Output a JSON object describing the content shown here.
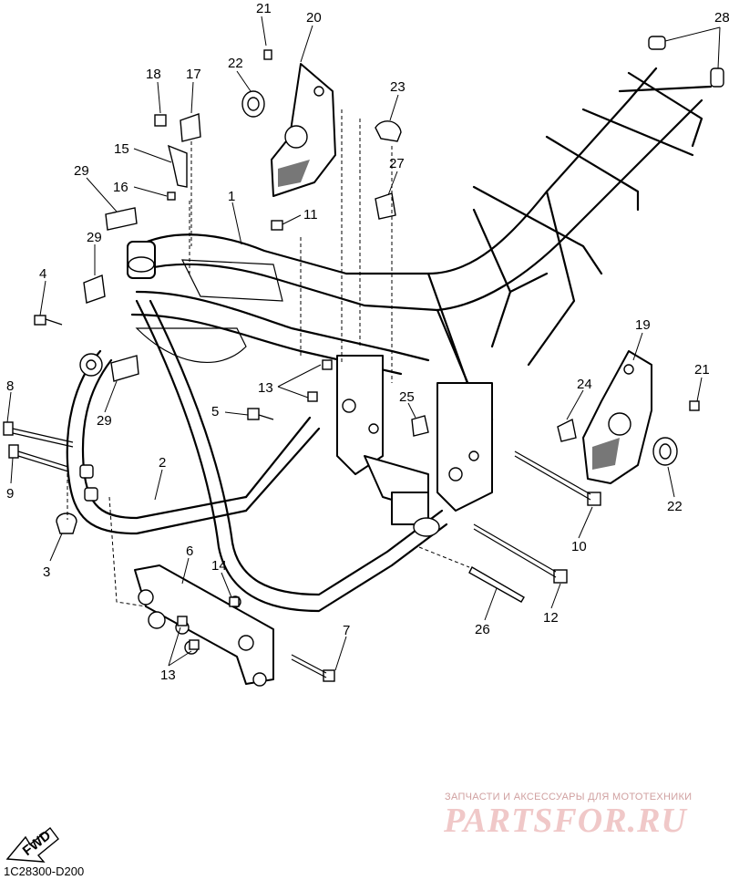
{
  "diagram": {
    "code": "1C28300-D200",
    "fwd_label": "FWD",
    "callouts": [
      {
        "id": "c1",
        "text": "1"
      },
      {
        "id": "c2",
        "text": "2"
      },
      {
        "id": "c3",
        "text": "3"
      },
      {
        "id": "c4",
        "text": "4"
      },
      {
        "id": "c5",
        "text": "5"
      },
      {
        "id": "c6",
        "text": "6"
      },
      {
        "id": "c7",
        "text": "7"
      },
      {
        "id": "c8",
        "text": "8"
      },
      {
        "id": "c9",
        "text": "9"
      },
      {
        "id": "c10",
        "text": "10"
      },
      {
        "id": "c11",
        "text": "11"
      },
      {
        "id": "c12",
        "text": "12"
      },
      {
        "id": "c13a",
        "text": "13"
      },
      {
        "id": "c13b",
        "text": "13"
      },
      {
        "id": "c14",
        "text": "14"
      },
      {
        "id": "c15",
        "text": "15"
      },
      {
        "id": "c16",
        "text": "16"
      },
      {
        "id": "c17",
        "text": "17"
      },
      {
        "id": "c18",
        "text": "18"
      },
      {
        "id": "c19",
        "text": "19"
      },
      {
        "id": "c20",
        "text": "20"
      },
      {
        "id": "c21a",
        "text": "21"
      },
      {
        "id": "c21b",
        "text": "21"
      },
      {
        "id": "c22a",
        "text": "22"
      },
      {
        "id": "c22b",
        "text": "22"
      },
      {
        "id": "c23",
        "text": "23"
      },
      {
        "id": "c24",
        "text": "24"
      },
      {
        "id": "c25",
        "text": "25"
      },
      {
        "id": "c26",
        "text": "26"
      },
      {
        "id": "c27",
        "text": "27"
      },
      {
        "id": "c28",
        "text": "28"
      },
      {
        "id": "c29a",
        "text": "29"
      },
      {
        "id": "c29b",
        "text": "29"
      }
    ]
  },
  "watermark": {
    "tagline": "ЗАПЧАСТИ И АКСЕССУАРЫ ДЛЯ МОТОТЕХНИКИ",
    "logo": "PARTSFOR.RU",
    "color": "#e8a8a8"
  }
}
